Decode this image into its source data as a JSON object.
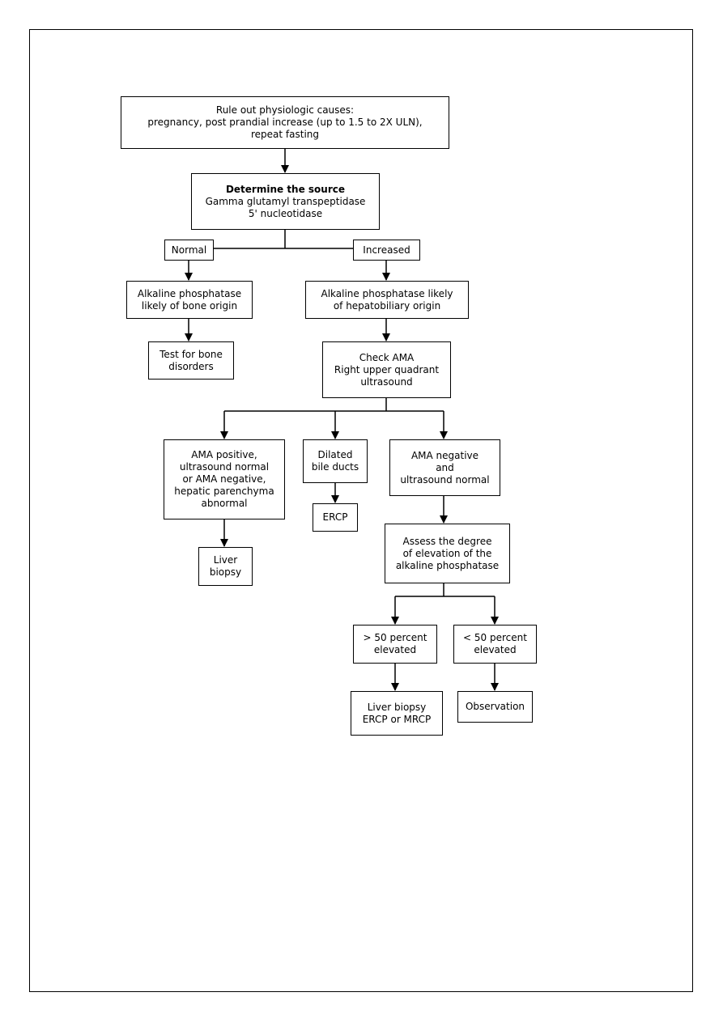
{
  "nodes": {
    "rule_out": {
      "lines": [
        "Rule out physiologic causes:",
        "pregnancy, post prandial increase (up to 1.5 to 2X ULN),",
        "repeat fasting"
      ]
    },
    "determine_source": {
      "heading": "Determine the source",
      "lines": [
        "Gamma glutamyl transpeptidase",
        "5' nucleotidase"
      ]
    },
    "normal": {
      "lines": [
        "Normal"
      ]
    },
    "increased": {
      "lines": [
        "Increased"
      ]
    },
    "bone_origin": {
      "lines": [
        "Alkaline phosphatase",
        "likely of bone origin"
      ]
    },
    "hepatobiliary_origin": {
      "lines": [
        "Alkaline phosphatase likely",
        "of hepatobiliary origin"
      ]
    },
    "bone_test": {
      "lines": [
        "Test for bone",
        "disorders"
      ]
    },
    "check_ama": {
      "lines": [
        "Check AMA",
        "Right upper quadrant",
        "ultrasound"
      ]
    },
    "ama_positive": {
      "lines": [
        "AMA positive,",
        "ultrasound normal",
        "or AMA negative,",
        "hepatic parenchyma",
        "abnormal"
      ]
    },
    "dilated_ducts": {
      "lines": [
        "Dilated",
        "bile ducts"
      ]
    },
    "ama_negative": {
      "lines": [
        "AMA negative",
        "and",
        "ultrasound normal"
      ]
    },
    "liver_biopsy": {
      "lines": [
        "Liver",
        "biopsy"
      ]
    },
    "ercp": {
      "lines": [
        "ERCP"
      ]
    },
    "assess_degree": {
      "lines": [
        "Assess the degree",
        "of elevation of the",
        "alkaline phosphatase"
      ]
    },
    "gt50": {
      "lines": [
        "> 50 percent",
        "elevated"
      ]
    },
    "lt50": {
      "lines": [
        "< 50 percent",
        "elevated"
      ]
    },
    "biopsy_ercp_mrcp": {
      "lines": [
        "Liver biopsy",
        "ERCP or MRCP"
      ]
    },
    "observation": {
      "lines": [
        "Observation"
      ]
    }
  }
}
